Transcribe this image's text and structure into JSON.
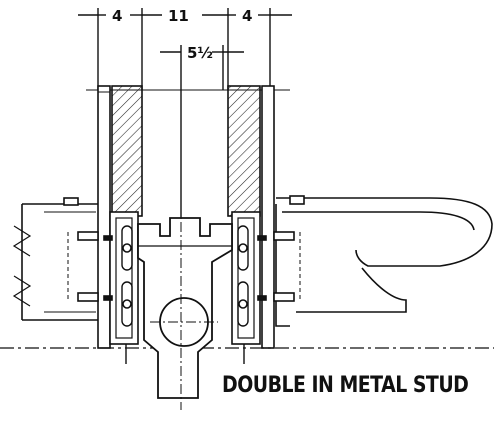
{
  "dimensions": {
    "left_wall": "4",
    "cavity": "11",
    "right_wall": "4",
    "pipe_space": "5½"
  },
  "caption": "DOUBLE IN METAL STUD"
}
